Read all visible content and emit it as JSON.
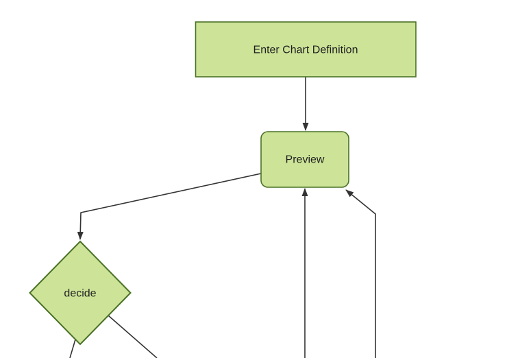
{
  "diagram": {
    "type": "flowchart",
    "orientation": "top-down",
    "nodes": [
      {
        "id": "definition",
        "label": "Enter Chart Definition",
        "shape": "rectangle"
      },
      {
        "id": "preview",
        "label": "Preview",
        "shape": "rounded-rectangle"
      },
      {
        "id": "decide",
        "label": "decide",
        "shape": "diamond"
      }
    ],
    "edges": [
      {
        "from": "definition",
        "to": "preview",
        "arrow": true
      },
      {
        "from": "preview",
        "to": "decide",
        "arrow": true
      },
      {
        "from": "offscreen-bottom",
        "to": "preview",
        "arrow": true
      },
      {
        "from": "offscreen-bottom-right",
        "to": "preview",
        "arrow": true
      },
      {
        "from": "decide",
        "to": "offscreen-bottom-left",
        "arrow": false
      },
      {
        "from": "decide",
        "to": "offscreen-bottom-right",
        "arrow": false
      }
    ],
    "colors": {
      "node_fill": "#cde498",
      "node_border": "#4a7126",
      "edge": "#333333",
      "text": "#1f1f1f",
      "background": "#ffffff"
    }
  }
}
